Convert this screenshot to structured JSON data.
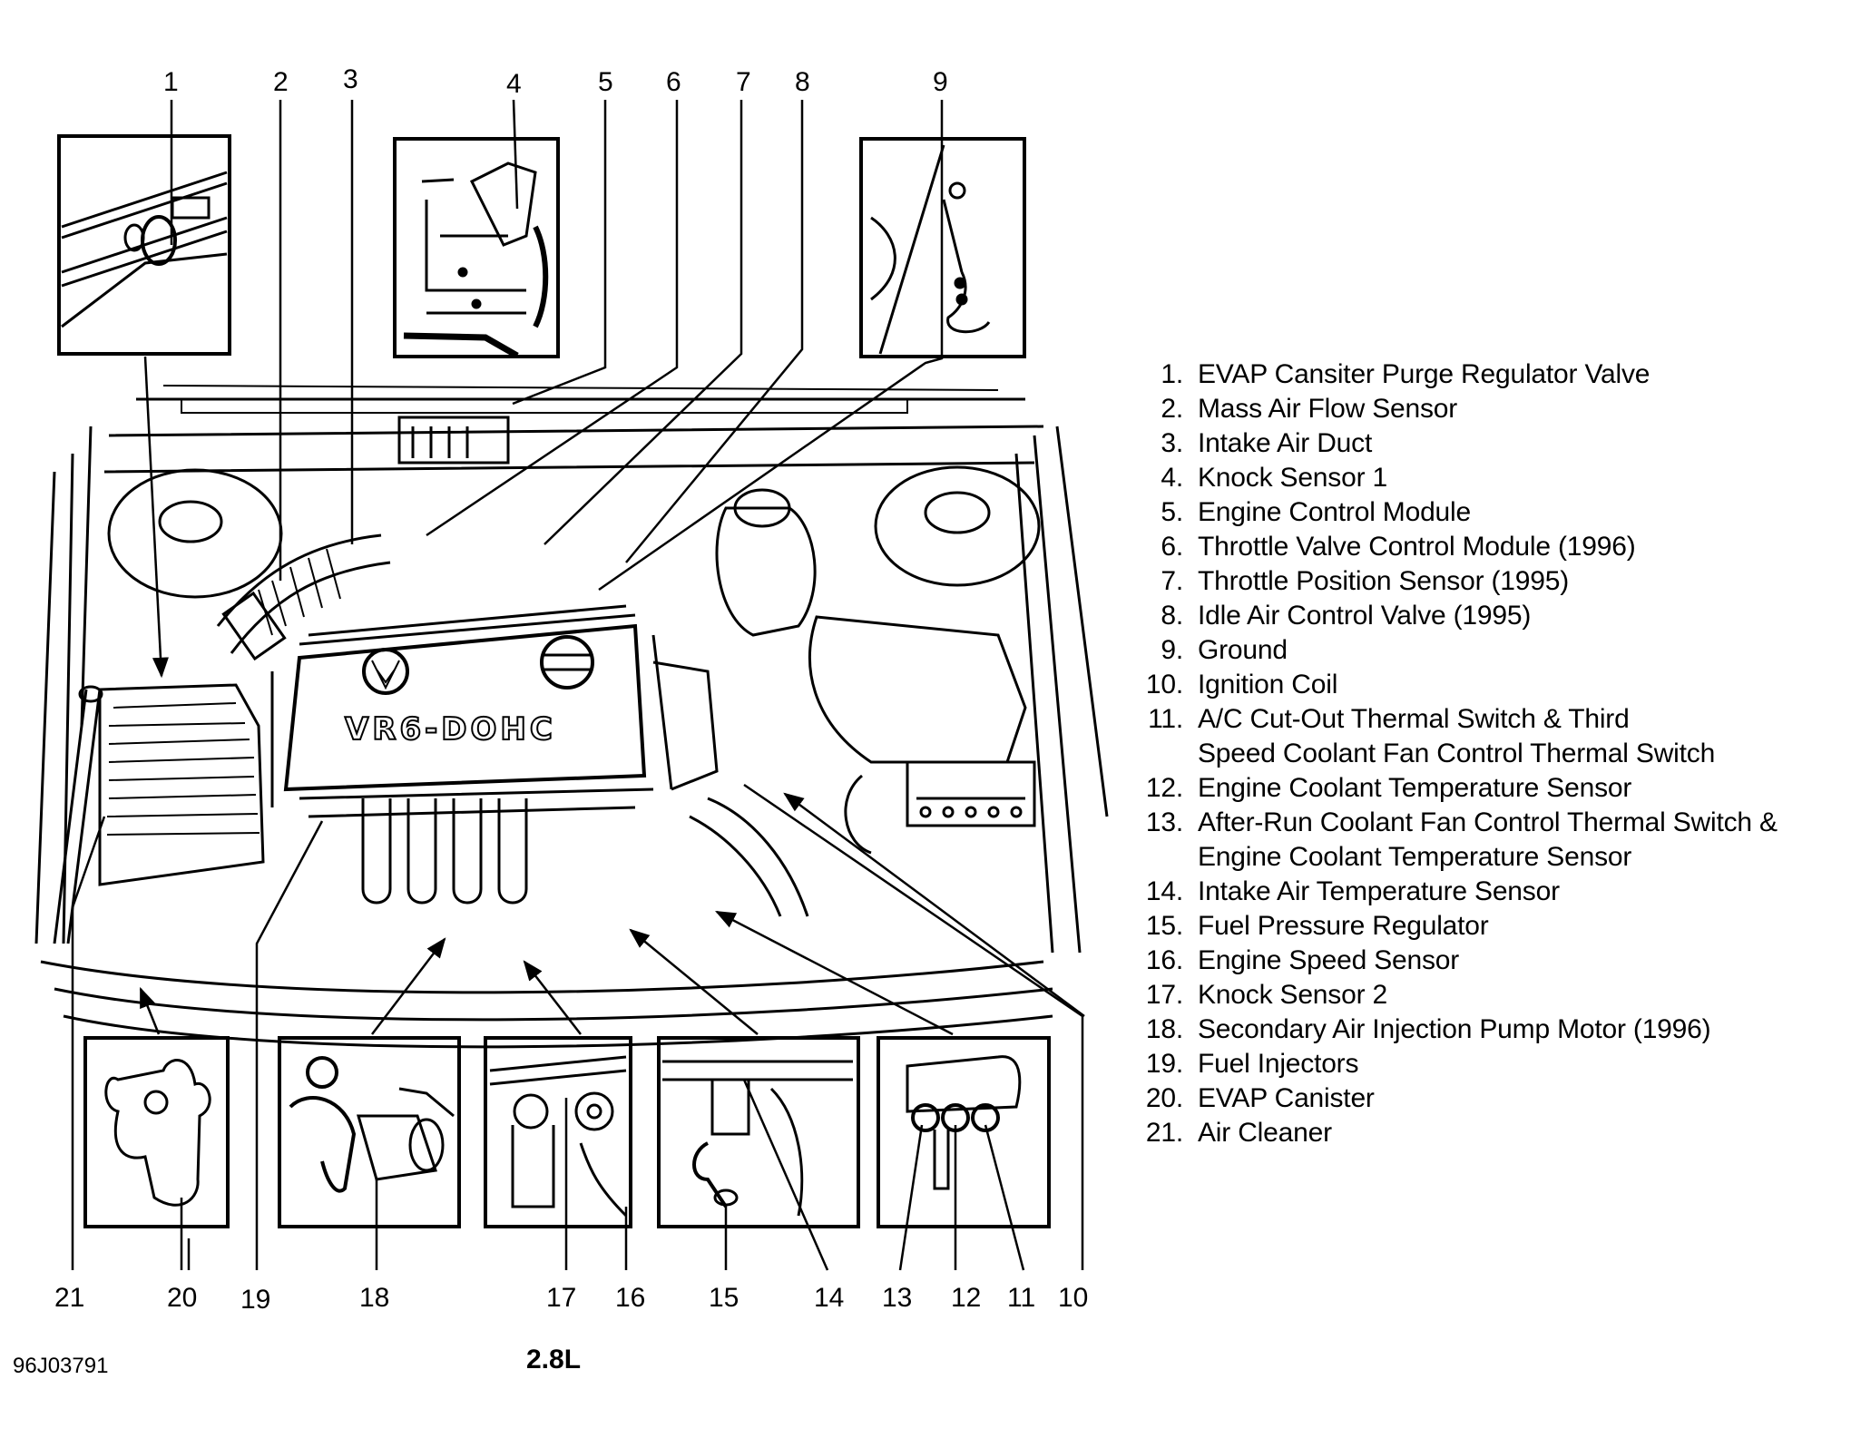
{
  "engine_label": "2.8L",
  "figure_id": "96J03791",
  "cover_text": "VR6-DOHC",
  "callouts_top": [
    "1",
    "2",
    "3",
    "4",
    "5",
    "6",
    "7",
    "8",
    "9"
  ],
  "callouts_bottom": [
    "21",
    "20",
    "19",
    "18",
    "17",
    "16",
    "15",
    "14",
    "13",
    "12",
    "11",
    "10"
  ],
  "legend": [
    {
      "num": "1.",
      "text": "EVAP Cansiter Purge Regulator Valve"
    },
    {
      "num": "2.",
      "text": "Mass Air Flow Sensor"
    },
    {
      "num": "3.",
      "text": "Intake Air Duct"
    },
    {
      "num": "4.",
      "text": "Knock Sensor 1"
    },
    {
      "num": "5.",
      "text": "Engine Control Module"
    },
    {
      "num": "6.",
      "text": "Throttle Valve Control Module (1996)"
    },
    {
      "num": "7.",
      "text": "Throttle Position Sensor (1995)"
    },
    {
      "num": "8.",
      "text": "Idle Air Control Valve (1995)"
    },
    {
      "num": "9.",
      "text": "Ground"
    },
    {
      "num": "10.",
      "text": "Ignition Coil"
    },
    {
      "num": "11.",
      "text": "A/C Cut-Out Thermal Switch & Third\nSpeed Coolant Fan Control Thermal Switch"
    },
    {
      "num": "12.",
      "text": "Engine Coolant Temperature Sensor"
    },
    {
      "num": "13.",
      "text": "After-Run Coolant Fan Control Thermal Switch &\nEngine Coolant Temperature Sensor"
    },
    {
      "num": "14.",
      "text": "Intake Air Temperature Sensor"
    },
    {
      "num": "15.",
      "text": "Fuel Pressure Regulator"
    },
    {
      "num": "16.",
      "text": "Engine Speed Sensor"
    },
    {
      "num": "17.",
      "text": "Knock Sensor 2"
    },
    {
      "num": "18.",
      "text": "Secondary Air Injection Pump Motor (1996)"
    },
    {
      "num": "19.",
      "text": "Fuel Injectors"
    },
    {
      "num": "20.",
      "text": "EVAP Canister"
    },
    {
      "num": "21.",
      "text": "Air Cleaner"
    }
  ]
}
